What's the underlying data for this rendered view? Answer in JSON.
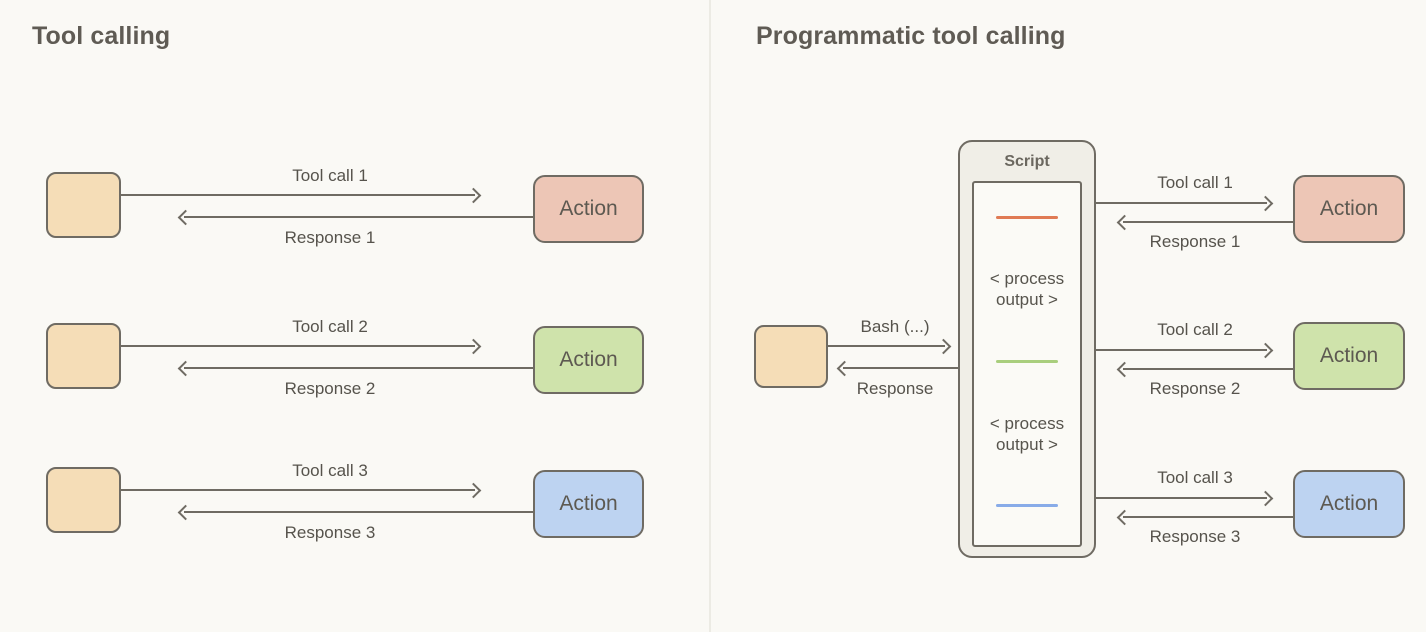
{
  "colors": {
    "background": "#faf9f5",
    "divider": "#ecebe4",
    "border_and_arrows": "#6f6b63",
    "label_text": "#56534c",
    "title_text": "#5f5b54",
    "agent_fill": "#f5ddb7",
    "script_fill": "#f0eee7",
    "script_inner_fill": "#fbfaf6"
  },
  "left_panel": {
    "title": "Tool calling",
    "rows": [
      {
        "tool_label": "Tool call 1",
        "response_label": "Response 1",
        "action_label": "Action",
        "action_fill": "#edc6b6"
      },
      {
        "tool_label": "Tool call 2",
        "response_label": "Response 2",
        "action_label": "Action",
        "action_fill": "#cfe3ab"
      },
      {
        "tool_label": "Tool call 3",
        "response_label": "Response 3",
        "action_label": "Action",
        "action_fill": "#bdd3f1"
      }
    ]
  },
  "right_panel": {
    "title": "Programmatic tool calling",
    "bash_label": "Bash (...)",
    "response_label": "Response",
    "script": {
      "title": "Script",
      "process_output_top": "< process output >",
      "process_output_bottom": "< process output >",
      "step_colors": [
        "#e07a54",
        "#a9ce7d",
        "#88abe8"
      ]
    },
    "rows": [
      {
        "tool_label": "Tool call 1",
        "response_label": "Response 1",
        "action_label": "Action",
        "action_fill": "#edc6b6"
      },
      {
        "tool_label": "Tool call 2",
        "response_label": "Response 2",
        "action_label": "Action",
        "action_fill": "#cfe3ab"
      },
      {
        "tool_label": "Tool call 3",
        "response_label": "Response 3",
        "action_label": "Action",
        "action_fill": "#bdd3f1"
      }
    ]
  }
}
